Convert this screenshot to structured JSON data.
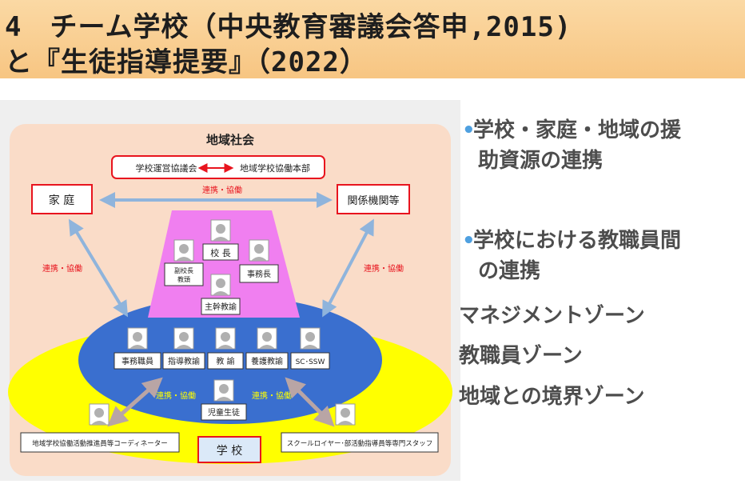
{
  "title": {
    "line1": "4　チーム学校（中央教育審議会答申,2015)",
    "line2": "と『生徒指導提要』（2022）"
  },
  "diagram": {
    "community_title": "地域社会",
    "council_left": "学校運営協議会",
    "council_right": "地域学校協働本部",
    "family": "家 庭",
    "agencies": "関係機関等",
    "link_label": "連携・協働",
    "principal": "校 長",
    "vice_principal": "副校長\n教頭",
    "admin_head": "事務長",
    "chief_teacher": "主幹教諭",
    "staff": [
      "事務職員",
      "指導教諭",
      "教 諭",
      "養護教諭",
      "SC･SSW"
    ],
    "students": "児童生徒",
    "school": "学 校",
    "coordinator": "地域学校協働活動推進員等コーディネーター",
    "specialists": "スクールロイヤー･部活動指導員等専門スタッフ"
  },
  "bullets": [
    {
      "line1": "学校・家庭・地域の援",
      "line2": "助資源の連携"
    },
    {
      "line1": "学校における教職員間",
      "line2": "の連携"
    }
  ],
  "zones": [
    "マネジメントゾーン",
    "教職員ゾーン",
    "地域との境界ゾーン"
  ],
  "colors": {
    "title_band": "#f9cf94",
    "link_red": "#e8141e",
    "oval_yellow": "#ffff00",
    "oval_blue": "#3a6fcf",
    "management_pink": "#f07ff0",
    "bullet_dot": "#4fa0e0"
  }
}
